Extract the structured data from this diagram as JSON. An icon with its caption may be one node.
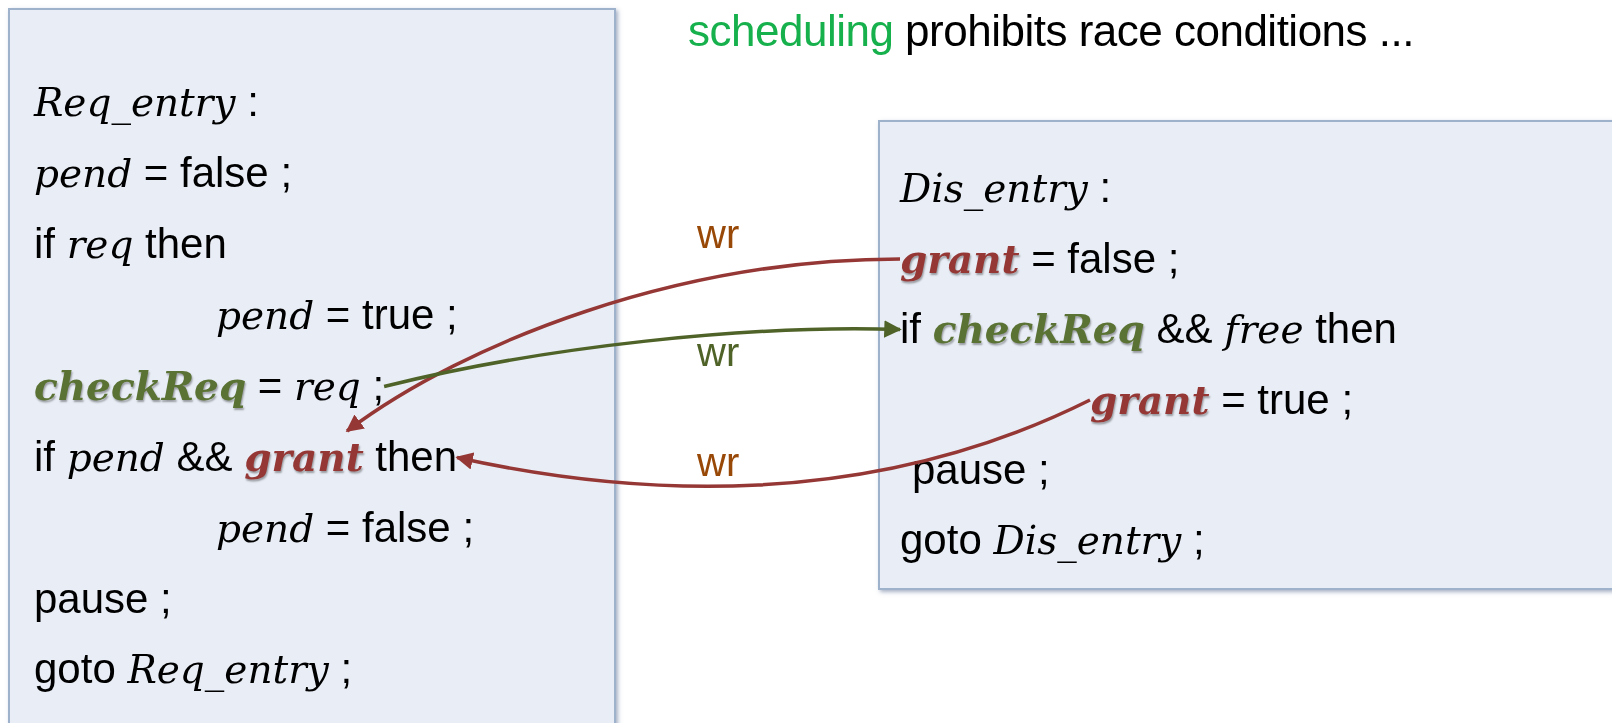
{
  "diagram": {
    "title": "**scheduling** prohibits race conditions ...",
    "nodes": [
      {
        "text": [],
        "shape": "box"
      },
      {
        "text": [
          "*Req_entry* :"
        ],
        "in": 0
      },
      {
        "text": [
          "*pend* = false ;"
        ],
        "in": 0
      },
      {
        "text": [
          "if *req* then"
        ],
        "in": 0
      },
      {
        "text": [
          "*pend* = true ;"
        ],
        "in": 0
      },
      {
        "text": [
          "**checkReq** = *req* ;"
        ],
        "in": 0
      },
      {
        "text": [
          "if *pend* && **grant** then"
        ],
        "in": 0
      },
      {
        "text": [
          "*pend* = false ;"
        ],
        "in": 0
      },
      {
        "text": [
          "pause ;"
        ],
        "in": 0
      },
      {
        "text": [
          "goto *Req_entry* ;"
        ],
        "in": 0
      },
      {
        "text": [],
        "shape": "box"
      },
      {
        "text": [
          "*Dis_entry* :"
        ],
        "in": 10
      },
      {
        "text": [
          "**grant** = false ;"
        ],
        "in": 10
      },
      {
        "text": [
          "if **checkReq** && *free* then"
        ],
        "in": 10
      },
      {
        "text": [
          "**grant** = true ;"
        ],
        "in": 10
      },
      {
        "text": [
          "pause ;"
        ],
        "in": 10
      },
      {
        "text": [
          "goto *Dis_entry* ;"
        ],
        "in": 10
      }
    ],
    "edges": [
      {
        "from": 12,
        "to": 6,
        "arrow": "to",
        "label": "wr"
      },
      {
        "from": 5,
        "to": 13,
        "arrow": "to",
        "label": "wr",
        "color": "#4f6228"
      },
      {
        "from": 14,
        "to": 6,
        "arrow": "to",
        "label": "wr"
      }
    ]
  }
}
